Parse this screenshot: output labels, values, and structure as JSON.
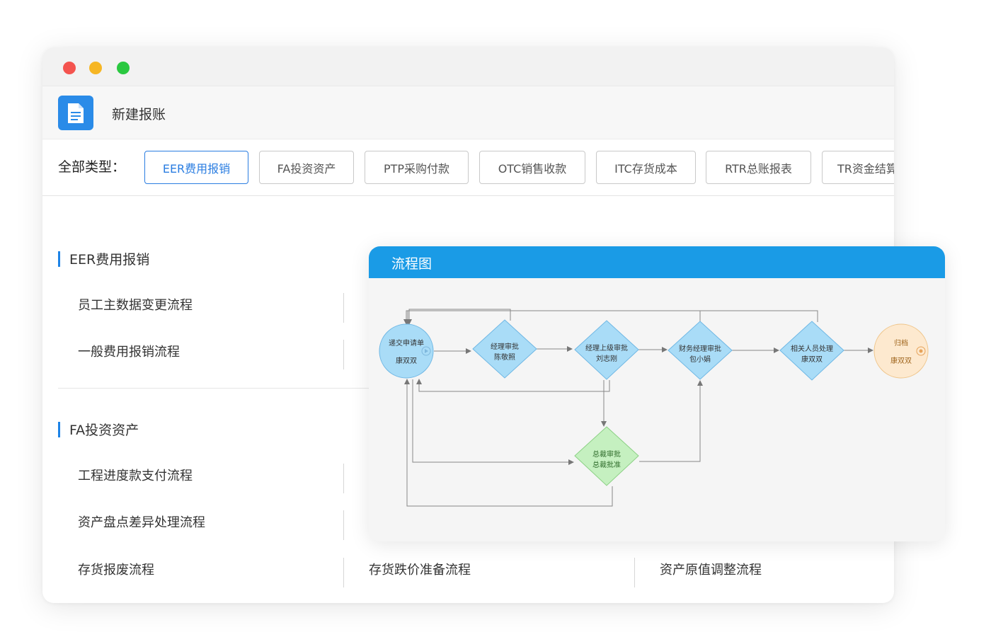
{
  "header": {
    "title": "新建报账"
  },
  "filter": {
    "label": "全部类型：",
    "tabs": [
      {
        "label": "EER费用报销",
        "active": true
      },
      {
        "label": "FA投资资产"
      },
      {
        "label": "PTP采购付款"
      },
      {
        "label": "OTC销售收款"
      },
      {
        "label": "ITC存货成本"
      },
      {
        "label": "RTR总账报表"
      },
      {
        "label": "TR资金结算"
      }
    ]
  },
  "sections": [
    {
      "title": "EER费用报销",
      "items": [
        "员工主数据变更流程",
        "一般费用报销流程"
      ]
    },
    {
      "title": "FA投资资产",
      "items": [
        "工程进度款支付流程",
        "资产盘点差异处理流程",
        "存货报废流程",
        "存货跌价准备流程",
        "资产原值调整流程"
      ]
    }
  ],
  "flowchart": {
    "title": "流程图",
    "nodes": [
      {
        "id": "submit",
        "line1": "递交申请单",
        "line2": "康双双",
        "shape": "circle"
      },
      {
        "id": "mgr",
        "line1": "经理审批",
        "line2": "陈敬照",
        "shape": "diamond"
      },
      {
        "id": "mgr_up",
        "line1": "经理上级审批",
        "line2": "刘志刚",
        "shape": "diamond"
      },
      {
        "id": "fin",
        "line1": "财务经理审批",
        "line2": "包小娟",
        "shape": "diamond"
      },
      {
        "id": "related",
        "line1": "相关人员处理",
        "line2": "康双双",
        "shape": "diamond"
      },
      {
        "id": "archive",
        "line1": "归档",
        "line2": "康双双",
        "shape": "circle"
      },
      {
        "id": "ceo",
        "line1": "总裁审批",
        "line2": "总裁批准",
        "shape": "diamond"
      }
    ]
  },
  "colors": {
    "accent": "#2a7de1",
    "flow_header": "#1a9be6",
    "node_blue": "#a9dcf7",
    "node_green": "#c5f0c0",
    "node_orange": "#fde9cf"
  }
}
